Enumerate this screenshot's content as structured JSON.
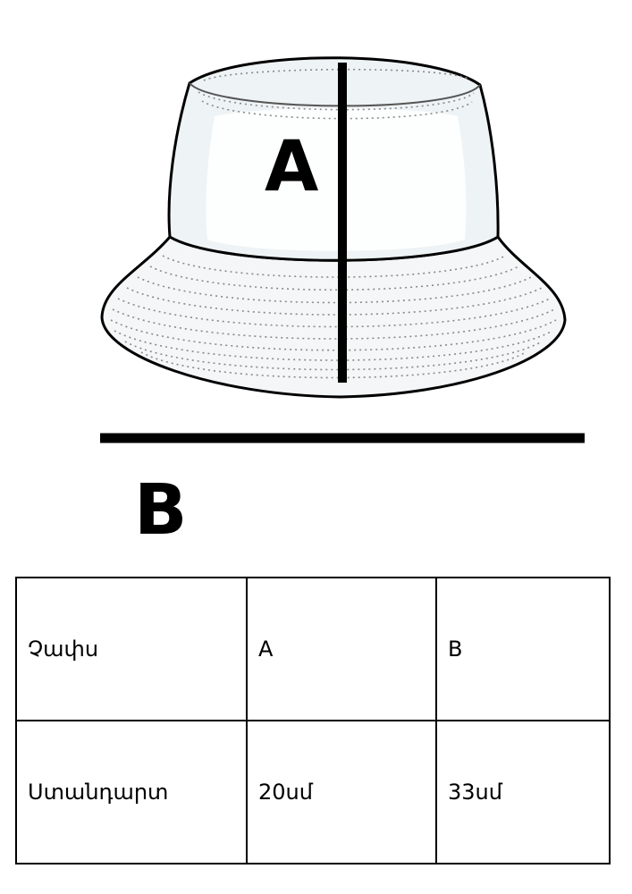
{
  "diagram": {
    "label_a": "A",
    "label_b": "B"
  },
  "table": {
    "rows": [
      [
        "Չափս",
        "A",
        "B"
      ],
      [
        "Ստանդարտ",
        "20սմ",
        "33սմ"
      ]
    ]
  },
  "colors": {
    "outline": "#000000",
    "crown_fill": "#eef3f5",
    "stitch": "#8a8a8a"
  }
}
